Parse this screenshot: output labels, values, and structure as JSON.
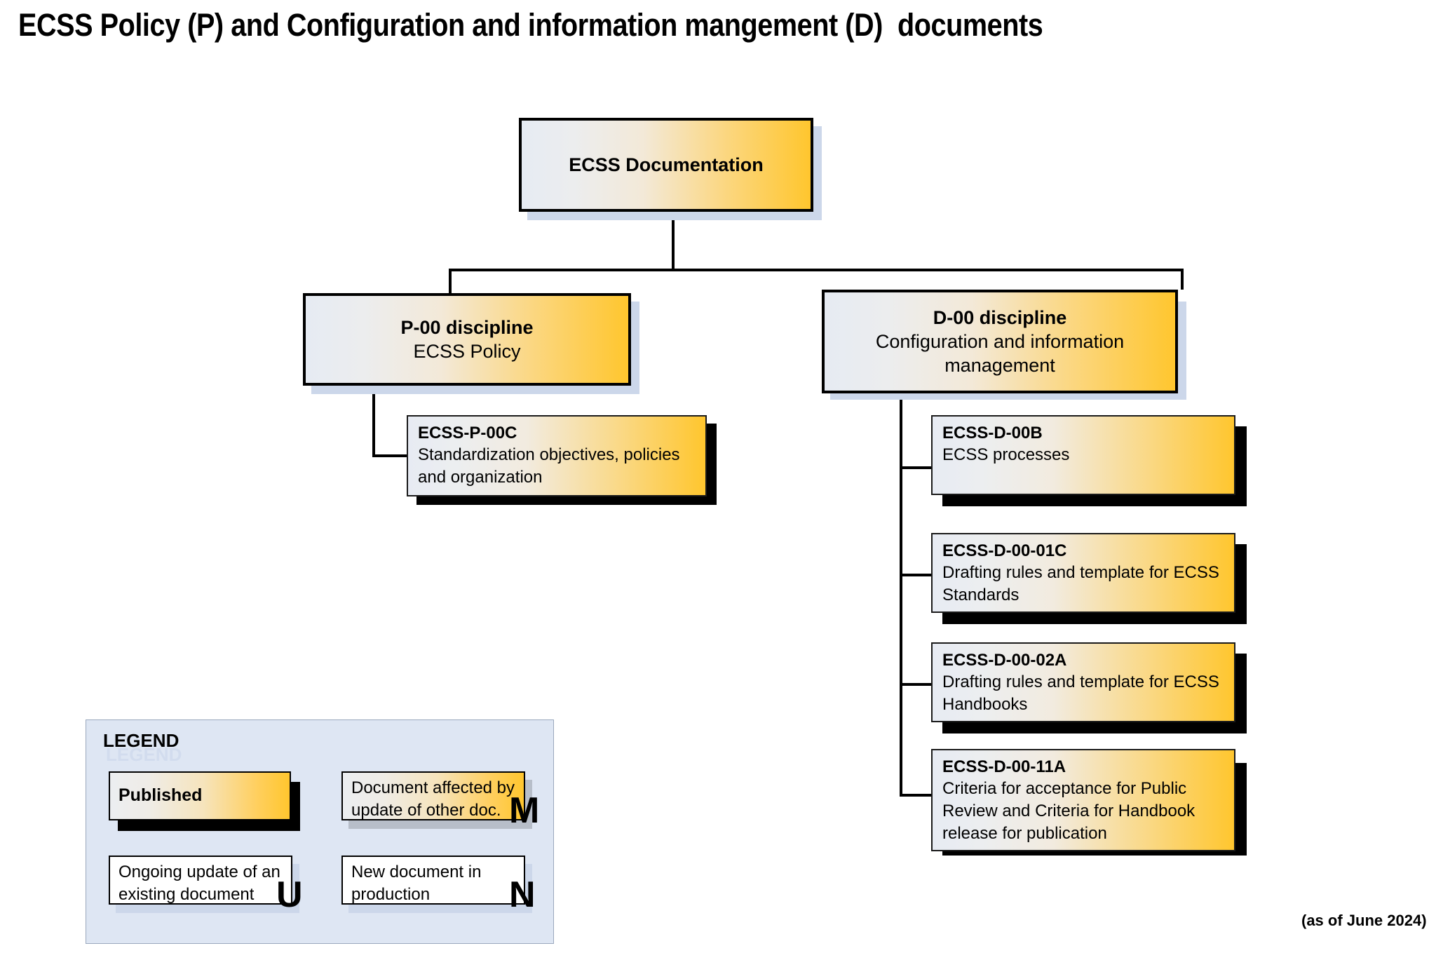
{
  "page": {
    "title": "ECSS Policy (P) and Configuration and information mangement (D)  documents",
    "footer_note": "(as of June 2024)"
  },
  "colors": {
    "accent_gradient_start": "#e6ebf3",
    "accent_gradient_end": "#ffc62e",
    "legend_panel_bg": "#dee6f3",
    "shadow_blue": "#ccd7ea",
    "shadow_black": "#000000",
    "shadow_grey": "#b7bec9"
  },
  "tree": {
    "root": {
      "label": "ECSS Documentation"
    },
    "disciplines": [
      {
        "code": "P-00 discipline",
        "name": "ECSS Policy",
        "documents": [
          {
            "code": "ECSS-P-00C",
            "description": "Standardization objectives, policies and organization"
          }
        ]
      },
      {
        "code": "D-00 discipline",
        "name": "Configuration and information management",
        "documents": [
          {
            "code": "ECSS-D-00B",
            "description": "ECSS processes"
          },
          {
            "code": "ECSS-D-00-01C",
            "description": "Drafting rules and template for ECSS Standards"
          },
          {
            "code": "ECSS-D-00-02A",
            "description": "Drafting rules and template for ECSS Handbooks"
          },
          {
            "code": "ECSS-D-00-11A",
            "description": "Criteria for acceptance for Public Review and Criteria for Handbook release for publication"
          }
        ]
      }
    ]
  },
  "legend": {
    "title": "LEGEND",
    "items": [
      {
        "label": "Published",
        "marker": ""
      },
      {
        "label": "Document affected by update of other doc.",
        "marker": "M"
      },
      {
        "label": "Ongoing update of an existing document",
        "marker": "U"
      },
      {
        "label": "New document in production",
        "marker": "N"
      }
    ]
  }
}
